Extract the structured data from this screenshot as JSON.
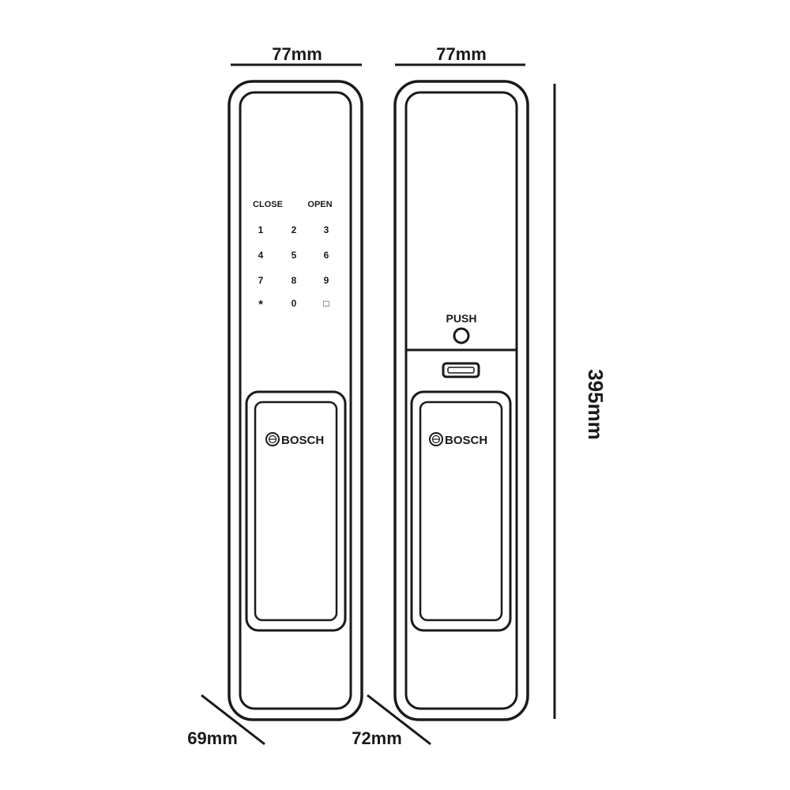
{
  "dimensions": {
    "front_width": "77mm",
    "back_width": "77mm",
    "height": "395mm",
    "front_depth": "69mm",
    "back_depth": "72mm"
  },
  "front_panel": {
    "close_label": "CLOSE",
    "open_label": "OPEN",
    "keypad": [
      "1",
      "2",
      "3",
      "4",
      "5",
      "6",
      "7",
      "8",
      "9",
      "*",
      "0",
      "□"
    ],
    "brand": "BOSCH"
  },
  "back_panel": {
    "push_label": "PUSH",
    "brand": "BOSCH"
  },
  "colors": {
    "line": "#1a1a1a",
    "background": "#ffffff"
  }
}
